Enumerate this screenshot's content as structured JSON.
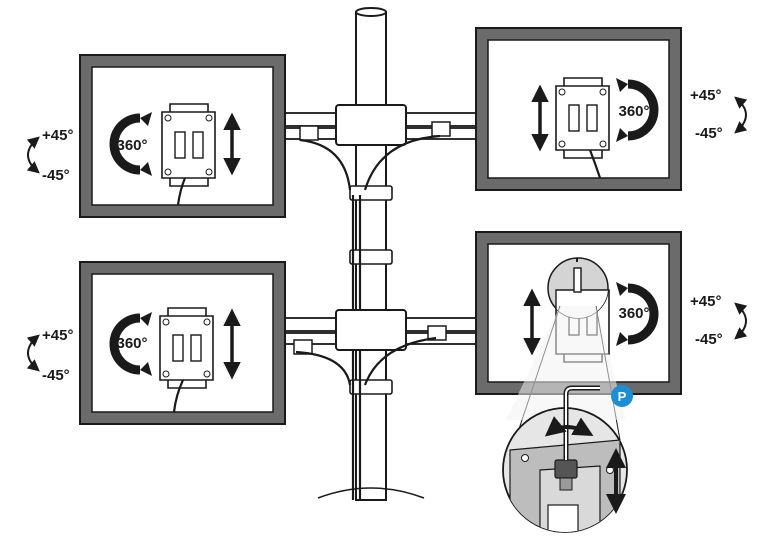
{
  "diagram": {
    "monitors": [
      {
        "id": "top-left",
        "rotation_label": "360°",
        "tilt_up_label": "+45°",
        "tilt_down_label": "-45°"
      },
      {
        "id": "top-right",
        "rotation_label": "360°",
        "tilt_up_label": "+45°",
        "tilt_down_label": "-45°"
      },
      {
        "id": "bottom-left",
        "rotation_label": "360°",
        "tilt_up_label": "+45°",
        "tilt_down_label": "-45°"
      },
      {
        "id": "bottom-right",
        "rotation_label": "360°",
        "tilt_up_label": "+45°",
        "tilt_down_label": "-45°"
      }
    ],
    "callout": {
      "part_letter": "P",
      "badge_color": "#1b8fd6"
    }
  }
}
